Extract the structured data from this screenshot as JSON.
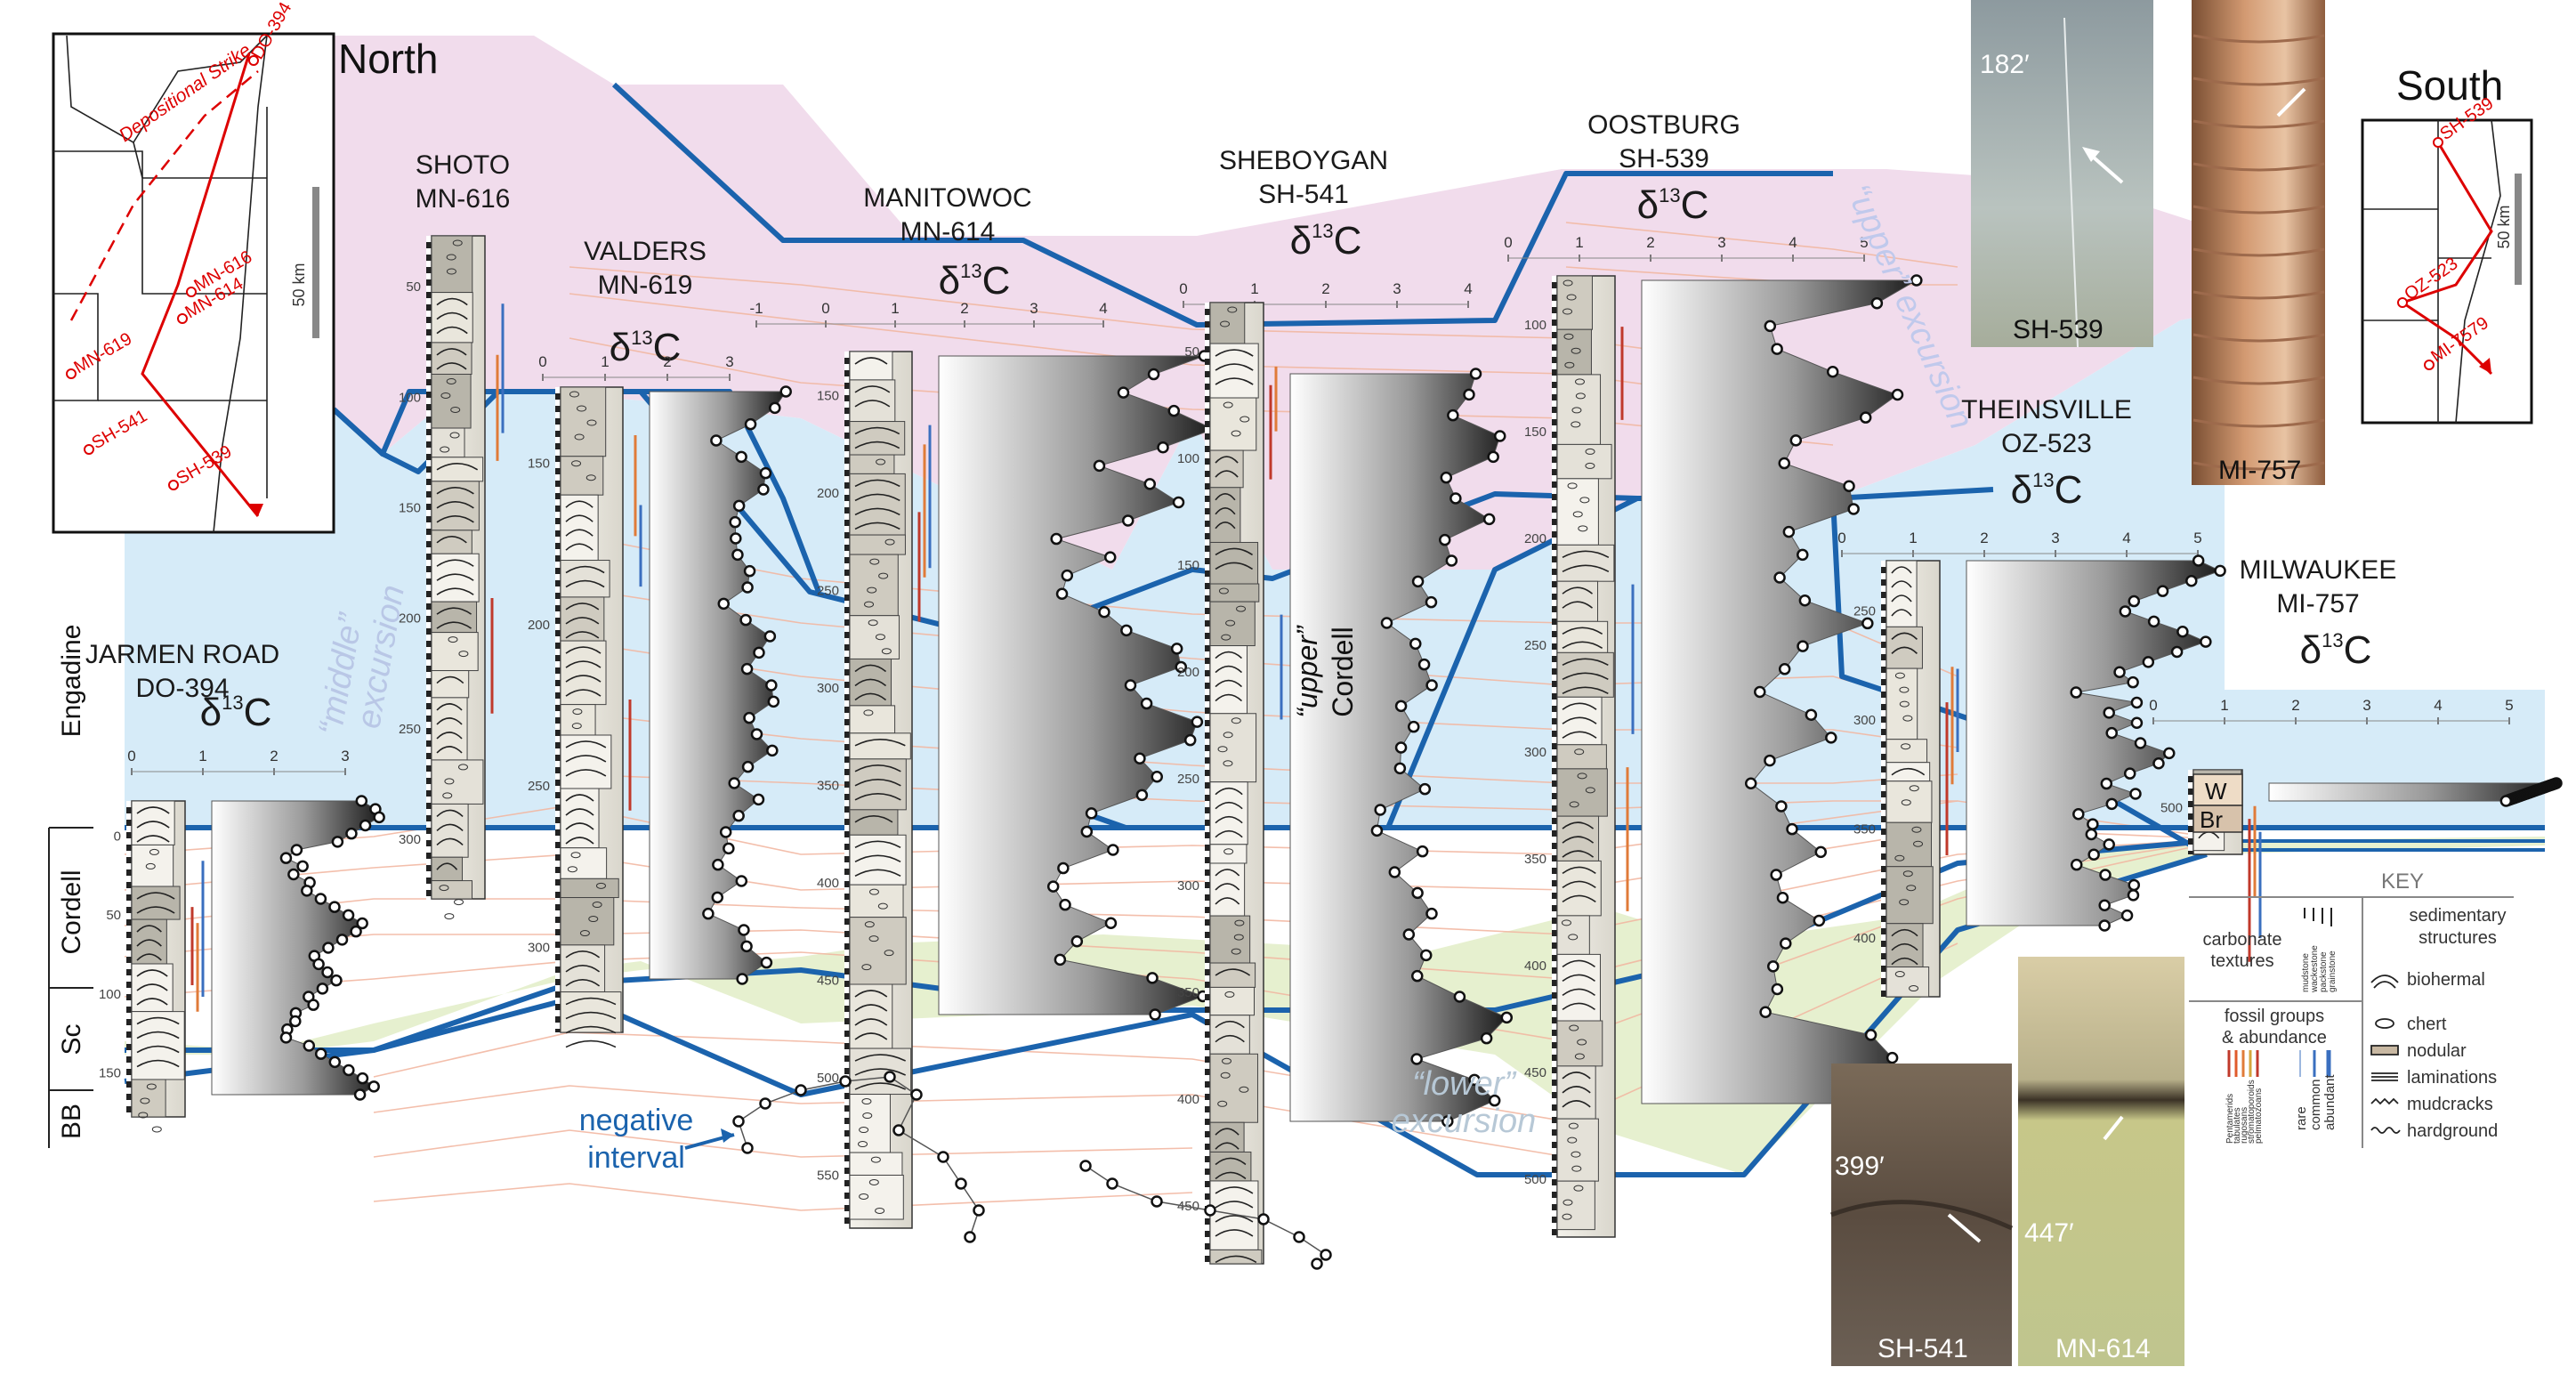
{
  "labels": {
    "north": "North",
    "south": "South",
    "delta": "δ",
    "sup13": "13",
    "carbon": "C",
    "middle_exc_1": "“middle”",
    "middle_exc_2": "excursion",
    "upper_exc": "“upper” excursion",
    "lower_exc_1": "“lower”",
    "lower_exc_2": "excursion",
    "upper_cordell_1": "“upper”",
    "upper_cordell_2": "Cordell",
    "negative_1": "negative",
    "negative_2": "interval"
  },
  "formations": [
    "Engadine",
    "Cordell",
    "Sc",
    "BB"
  ],
  "sections": [
    {
      "id": "jarmen",
      "name": "JARMEN ROAD",
      "code": "DO-394"
    },
    {
      "id": "shoto",
      "name": "SHOTO",
      "code": "MN-616"
    },
    {
      "id": "valders",
      "name": "VALDERS",
      "code": "MN-619"
    },
    {
      "id": "manitowoc",
      "name": "MANITOWOC",
      "code": "MN-614"
    },
    {
      "id": "sheboygan",
      "name": "SHEBOYGAN",
      "code": "SH-541"
    },
    {
      "id": "oostburg",
      "name": "OOSTBURG",
      "code": "SH-539"
    },
    {
      "id": "theinsville",
      "name": "THEINSVILLE",
      "code": "OZ-523"
    },
    {
      "id": "milwaukee",
      "name": "MILWAUKEE",
      "code": "MI-757"
    }
  ],
  "map_north": {
    "strike_label": "Depositional Strike",
    "scale": "50 km",
    "wells": [
      "DO-394",
      "MN-616",
      "MN-614",
      "MN-619",
      "SH-541",
      "SH-539"
    ]
  },
  "map_south": {
    "scale": "50 km",
    "wells": [
      "SH-539",
      "OZ-523",
      "MI-7579"
    ]
  },
  "photos": {
    "sh539": {
      "depth": "182′",
      "code": "SH-539"
    },
    "mi757": {
      "code": "MI-757"
    },
    "sh541": {
      "depth": "399′",
      "code": "SH-541"
    },
    "mn614": {
      "depth": "447′",
      "code": "MN-614"
    }
  },
  "milwaukee_units": [
    "W",
    "Br"
  ],
  "key": {
    "title": "KEY",
    "carbonate_1": "carbonate",
    "carbonate_2": "textures",
    "textures": [
      "mudstone",
      "wackestone",
      "packstone",
      "grainstone"
    ],
    "fossil_1": "fossil groups",
    "fossil_2": "& abundance",
    "fossils": [
      "Pentamerids",
      "tabulates",
      "rugosans",
      "stromatoporoids",
      "pelmatozoans"
    ],
    "abundance": [
      "rare",
      "common",
      "abundant"
    ],
    "sed_1": "sedimentary",
    "sed_2": "structures",
    "structures": [
      "biohermal",
      "chert",
      "nodular",
      "laminations",
      "mudcracks",
      "hardground"
    ]
  },
  "colors": {
    "upper": "#f1dcec",
    "middle": "#d6ebf8",
    "lower": "#e6f0cf",
    "marker": "#1b63ad",
    "corr": "#f2b8a2"
  }
}
